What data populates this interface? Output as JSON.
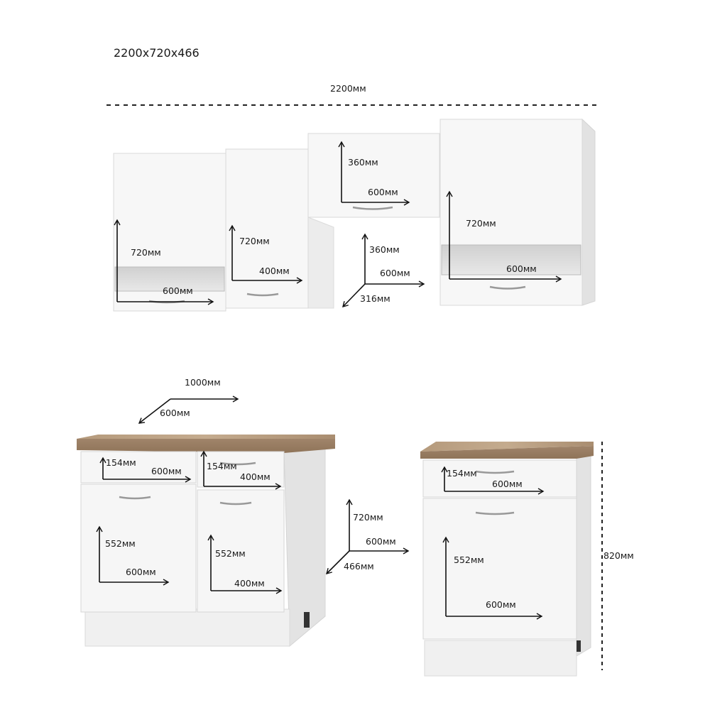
{
  "title": "2200x720x466",
  "total_width_label": "2200мм",
  "wall_cabinets": {
    "left_height": "720мм",
    "left_width": "600мм",
    "second_height": "720мм",
    "second_width": "400мм",
    "top_height": "360мм",
    "top_width": "600мм",
    "gap_height": "360мм",
    "gap_width": "600мм",
    "gap_depth": "316мм",
    "right_height": "720мм",
    "right_width": "600мм"
  },
  "base_large": {
    "overall_width": "1000мм",
    "overall_depth": "600мм",
    "drawer_left_height": "154мм",
    "drawer_left_width": "600мм",
    "drawer_right_height": "154мм",
    "drawer_right_width": "400мм",
    "door_left_height": "552мм",
    "door_left_width": "600мм",
    "door_right_height": "552мм",
    "door_right_width": "400мм"
  },
  "base_axes": {
    "height": "720мм",
    "width": "600мм",
    "depth": "466мм"
  },
  "base_small": {
    "drawer_height": "154мм",
    "drawer_width": "600мм",
    "door_height": "552мм",
    "door_width": "600мм",
    "overall_height": "820мм"
  }
}
